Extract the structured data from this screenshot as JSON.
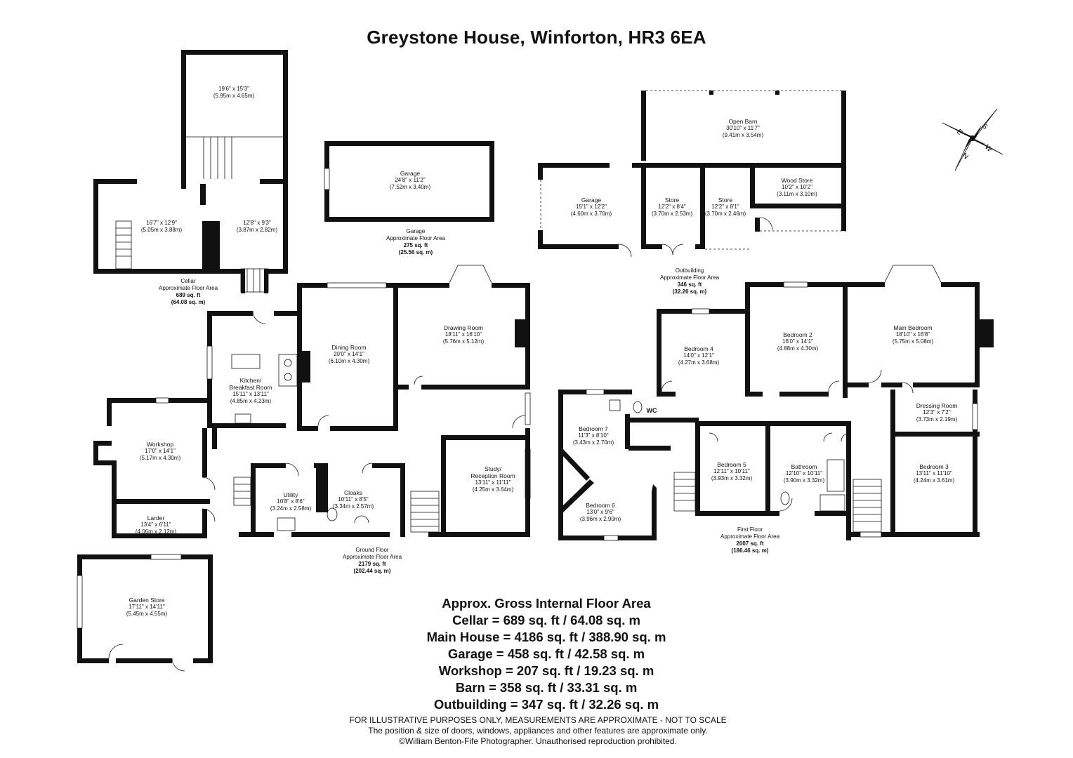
{
  "title": "Greystone House, Winforton, HR3 6EA",
  "rooms": [
    {
      "id": "cellar-large",
      "name": "",
      "imperial": "19'6\" x 15'3\"",
      "metric": "(5.95m x 4.65m)"
    },
    {
      "id": "cellar-left",
      "name": "",
      "imperial": "16'7\" x 12'9\"",
      "metric": "(5.05m x 3.88m)"
    },
    {
      "id": "cellar-right",
      "name": "",
      "imperial": "12'8\" x 9'3\"",
      "metric": "(3.87m x 2.82m)"
    },
    {
      "id": "garage-main",
      "name": "Garage",
      "imperial": "24'8\" x 11'2\"",
      "metric": "(7.52m x 3.40m)"
    },
    {
      "id": "open-barn",
      "name": "Open Barn",
      "imperial": "30'10\" x 11'7\"",
      "metric": "(9.41m x 3.54m)"
    },
    {
      "id": "garage-out",
      "name": "Garage",
      "imperial": "15'1\" x 12'2\"",
      "metric": "(4.60m x 3.70m)"
    },
    {
      "id": "store-1",
      "name": "Store",
      "imperial": "12'2\" x 8'4\"",
      "metric": "(3.70m x 2.53m)"
    },
    {
      "id": "store-2",
      "name": "Store",
      "imperial": "12'2\" x 8'1\"",
      "metric": "(3.70m x 2.46m)"
    },
    {
      "id": "wood-store",
      "name": "Wood Store",
      "imperial": "10'2\" x 10'2\"",
      "metric": "(3.11m x 3.10m)"
    },
    {
      "id": "dining",
      "name": "Dining Room",
      "imperial": "20'0\" x 14'1\"",
      "metric": "(6.10m x 4.30m)"
    },
    {
      "id": "drawing",
      "name": "Drawing Room",
      "imperial": "18'11\" x 16'10\"",
      "metric": "(5.76m x 5.12m)"
    },
    {
      "id": "kitchen",
      "name": "Kitchen/\nBreakfast Room",
      "imperial": "15'11\" x 13'11\"",
      "metric": "(4.85m x 4.23m)"
    },
    {
      "id": "workshop",
      "name": "Workshop",
      "imperial": "17'0\" x 14'1\"",
      "metric": "(5.17m x 4.30m)"
    },
    {
      "id": "utility",
      "name": "Utility",
      "imperial": "10'8\" x 8'6\"",
      "metric": "(3.24m x 2.58m)"
    },
    {
      "id": "cloaks",
      "name": "Cloaks",
      "imperial": "10'11\" x 8'5\"",
      "metric": "(3.34m x 2.57m)"
    },
    {
      "id": "study",
      "name": "Study/\nReception Room",
      "imperial": "13'11\" x 11'11\"",
      "metric": "(4.25m x 3.64m)"
    },
    {
      "id": "larder",
      "name": "Larder",
      "imperial": "13'4\" x 6'11\"",
      "metric": "(4.06m x 2.12m)"
    },
    {
      "id": "garden-store",
      "name": "Garden Store",
      "imperial": "17'11\" x 14'11\"",
      "metric": "(5.45m x 4.55m)"
    },
    {
      "id": "bedroom-4",
      "name": "Bedroom 4",
      "imperial": "14'0\" x 12'1\"",
      "metric": "(4.27m x 3.68m)"
    },
    {
      "id": "bedroom-2",
      "name": "Bedroom 2",
      "imperial": "16'0\" x 14'1\"",
      "metric": "(4.88m x 4.30m)"
    },
    {
      "id": "main-bedroom",
      "name": "Main Bedroom",
      "imperial": "18'10\" x 16'8\"",
      "metric": "(5.75m x 5.08m)"
    },
    {
      "id": "bedroom-7",
      "name": "Bedroom 7",
      "imperial": "11'3\" x 8'10\"",
      "metric": "(3.43m x 2.70m)"
    },
    {
      "id": "dressing",
      "name": "Dressing Room",
      "imperial": "12'3\" x 7'2\"",
      "metric": "(3.73m x 2.19m)"
    },
    {
      "id": "bedroom-5",
      "name": "Bedroom 5",
      "imperial": "12'11\" x 10'11\"",
      "metric": "(3.93m x 3.32m)"
    },
    {
      "id": "bathroom",
      "name": "Bathroom",
      "imperial": "12'10\" x 10'11\"",
      "metric": "(3.90m x 3.32m)"
    },
    {
      "id": "bedroom-3",
      "name": "Bedroom 3",
      "imperial": "13'11\" x 11'10\"",
      "metric": "(4.24m x 3.61m)"
    },
    {
      "id": "bedroom-6",
      "name": "Bedroom 6",
      "imperial": "13'0\" x 9'6\"",
      "metric": "(3.96m x 2.90m)"
    }
  ],
  "wc_label": "WC",
  "area_labels": [
    {
      "id": "cellar",
      "lines": [
        "Cellar",
        "Approximate Floor Area",
        "689 sq. ft",
        "(64.08 sq. m)"
      ]
    },
    {
      "id": "garage",
      "lines": [
        "Garage",
        "Approximate Floor Area",
        "275 sq. ft",
        "(25.56 sq. m)"
      ]
    },
    {
      "id": "outbuilding",
      "lines": [
        "Outbuilding",
        "Approximate Floor Area",
        "346 sq. ft",
        "(32.26 sq. m)"
      ]
    },
    {
      "id": "ground",
      "lines": [
        "Ground Floor",
        "Approximate Floor Area",
        "2179 sq. ft",
        "(202.44 sq. m)"
      ]
    },
    {
      "id": "first",
      "lines": [
        "First Floor",
        "Approximate Floor Area",
        "2007 sq. ft",
        "(186.46 sq. m)"
      ]
    }
  ],
  "summary": {
    "heading": "Approx. Gross Internal Floor Area",
    "lines": [
      "Cellar = 689 sq. ft / 64.08 sq. m",
      "Main House = 4186 sq. ft / 388.90 sq. m",
      "Garage = 458 sq. ft / 42.58 sq. m",
      "Workshop = 207 sq. ft / 19.23 sq. m",
      "Barn = 358 sq. ft / 33.31 sq. m",
      "Outbuilding = 347 sq. ft / 32.26 sq. m"
    ]
  },
  "disclaimer": [
    "FOR ILLUSTRATIVE PURPOSES ONLY, MEASUREMENTS ARE APPROXIMATE - NOT TO SCALE",
    "The position & size of doors, windows, appliances and other features are approximate only.",
    "©William Benton-Fife Photographer. Unauthorised reproduction prohibited."
  ],
  "compass": {
    "letters": [
      "S",
      "W",
      "N",
      "E"
    ]
  },
  "colors": {
    "wall": "#111111",
    "background": "#ffffff",
    "text": "#111111"
  }
}
